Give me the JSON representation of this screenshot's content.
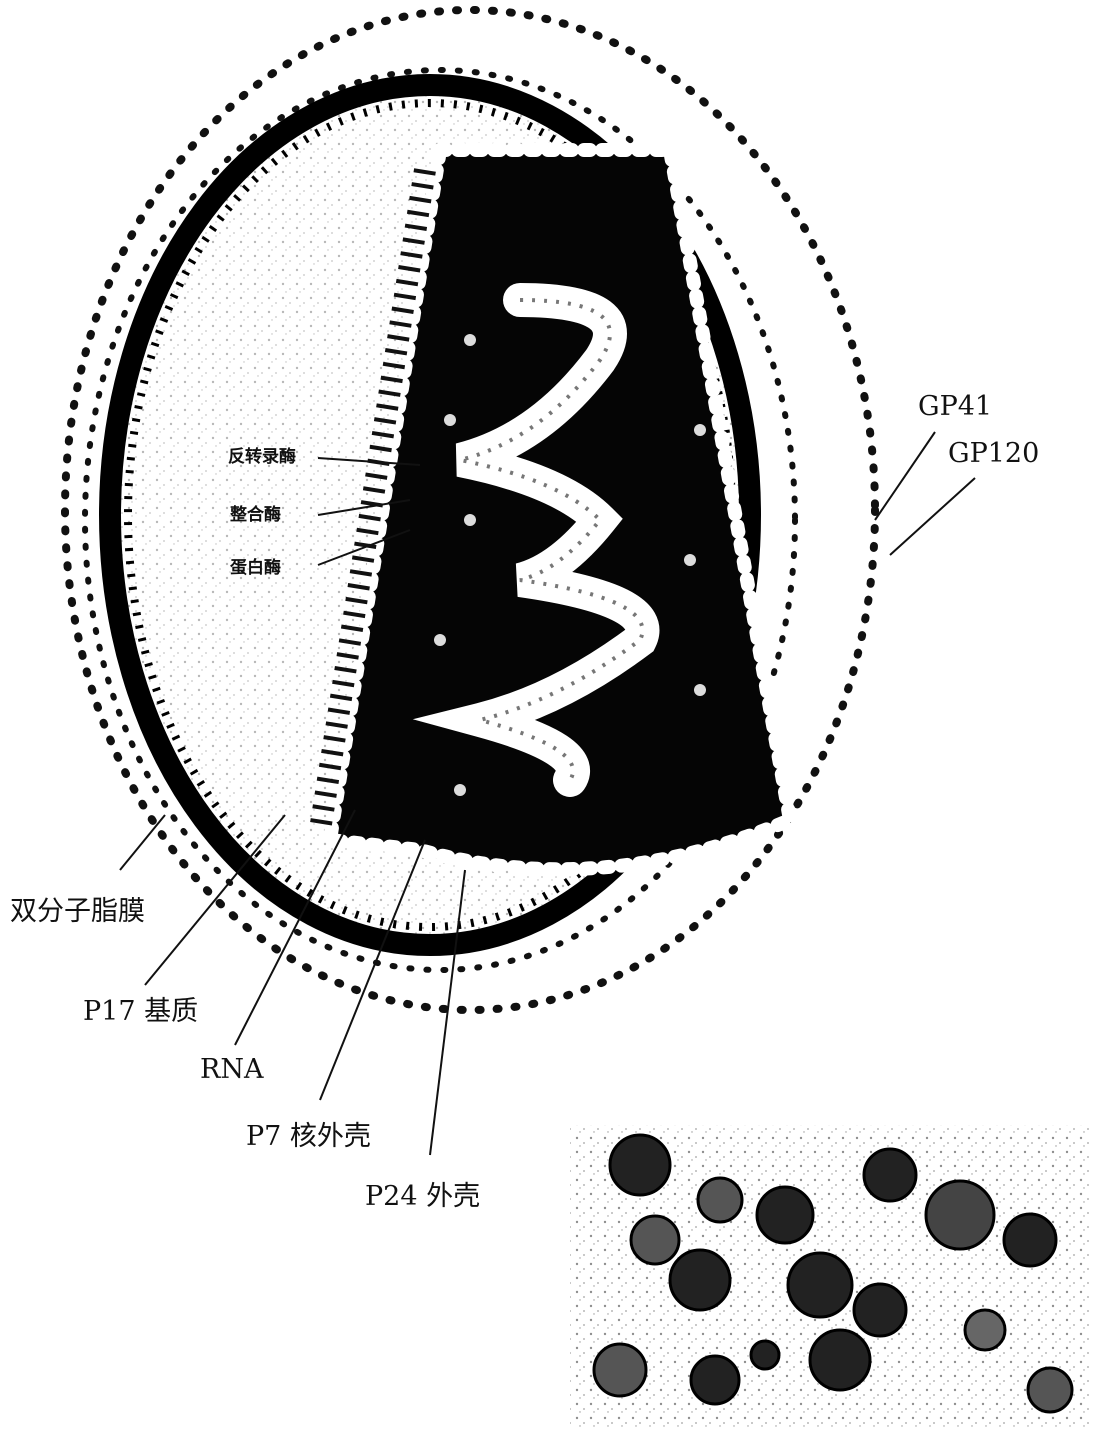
{
  "labels": {
    "gp41": "GP41",
    "gp120": "GP120",
    "reverse_transcriptase": "反转录酶",
    "integrase": "整合酶",
    "protease": "蛋白酶",
    "lipid_bilayer": "双分子脂膜",
    "p17_matrix": "P17 基质",
    "rna": "RNA",
    "p7_nucleocapsid": "P7 核外壳",
    "p24_capsid": "P24 外壳"
  }
}
